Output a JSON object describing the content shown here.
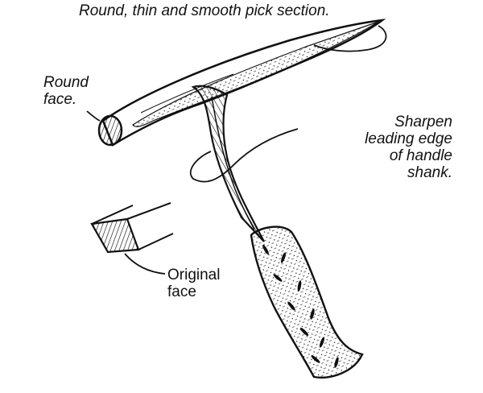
{
  "figure": {
    "subject": "Rock pick hammer modification diagram",
    "colors": {
      "ink": "#111111",
      "background": "#ffffff"
    }
  },
  "labels": {
    "pick_section": "Round, thin and smooth pick section.",
    "round_face": {
      "line1": "Round",
      "line2": "face."
    },
    "sharpen": {
      "line1": "Sharpen",
      "line2": "leading edge",
      "line3": "of handle",
      "line4": "shank."
    },
    "original_face": {
      "line1": "Original",
      "line2": "face"
    }
  }
}
